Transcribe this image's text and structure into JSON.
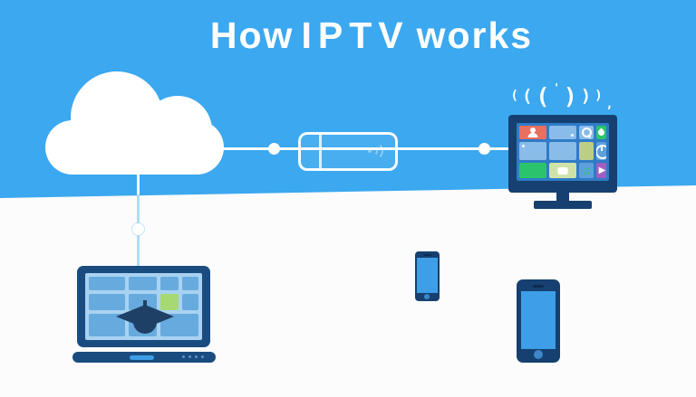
{
  "title": {
    "prefix": "How",
    "highlight": "IPTV",
    "suffix": "works"
  },
  "wifi_signal": {
    "arcs": [
      "(",
      "(",
      "(",
      "'",
      ")",
      ")",
      ")",
      ","
    ]
  },
  "icons": {
    "music_note": "♫",
    "play": "▶"
  },
  "colors": {
    "blue_bg": "#3BA8EF",
    "bottom_bg": "#FCFCFC",
    "line_light": "#AEDCF5",
    "navy": "#16406F",
    "laptop_navy": "#1A4C80",
    "cap_navy": "#1E4066",
    "tv_screen": "#2F7BC7",
    "tile_blue_light": "#8ABCE9",
    "tile_blue_mid": "#5EA0DC",
    "tile_coral": "#E96F5E",
    "tile_green": "#2BC46C",
    "tile_yellowgreen": "#BCCE85",
    "tile_lightgreen": "#CFE3A9",
    "tile_purple": "#A05FC0",
    "laptop_screen_bg": "#A9D2F1",
    "laptop_tile": "#67ABDE",
    "laptop_tile_green": "#A6D974",
    "phone_screen": "#3E9EE8",
    "phone_home": "#3E86C8",
    "phone_speaker": "#0E2B52",
    "base_pill": "#3E9EE8",
    "base_dots": "#5E93C6"
  }
}
